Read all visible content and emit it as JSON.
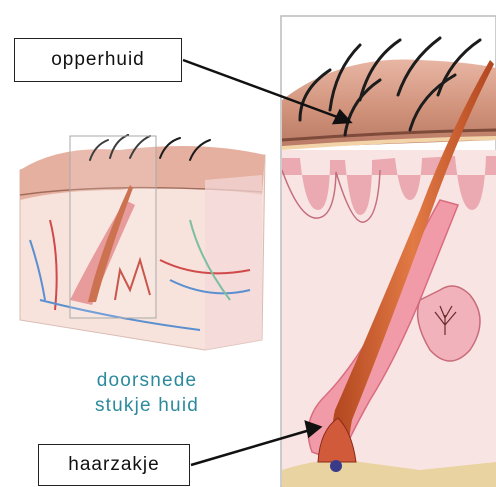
{
  "labels": {
    "top": "opperhuid",
    "bottom": "haarzakje"
  },
  "caption": {
    "line1": "doorsnede",
    "line2": "stukje huid"
  },
  "colors": {
    "epidermis": "#d39a86",
    "dermis": "#f7dede",
    "follicle": "#f19aa8",
    "hair": "#c95a30",
    "caption": "#2c8a9c"
  }
}
